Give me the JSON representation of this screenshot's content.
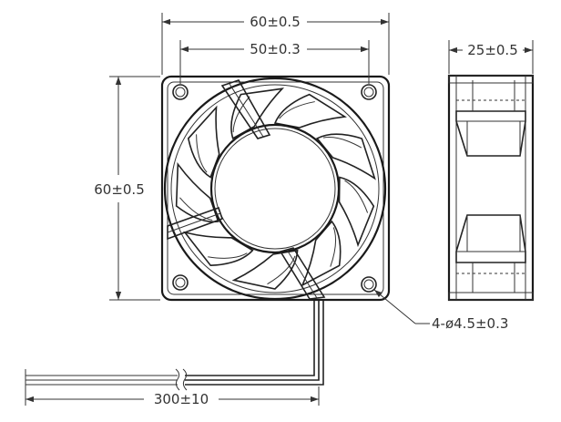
{
  "dimensions": {
    "front_width": "60±0.5",
    "hole_spacing": "50±0.3",
    "front_height": "60±0.5",
    "side_depth": "25±0.5",
    "mount_holes": "4-ø4.5±0.3",
    "cable_length": "300±10"
  },
  "colors": {
    "line": "#222222",
    "background": "#ffffff"
  }
}
